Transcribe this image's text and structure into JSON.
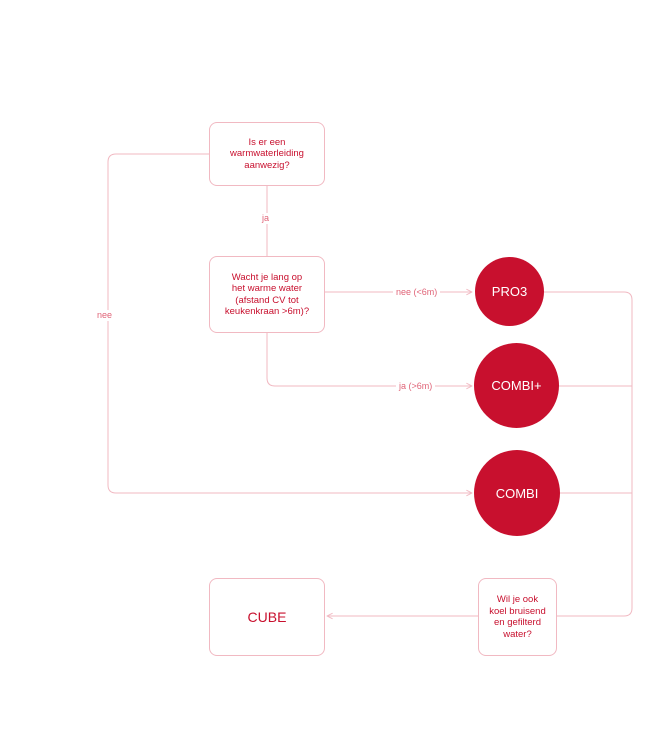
{
  "diagram": {
    "question_water_line": "Is er een\nwarmwaterleiding\naanwezig?",
    "question_wait": "Wacht je lang op\nhet warme water\n(afstand CV tot\nkeukenkraan >6m)?",
    "question_sparkling": "Wil je ook\nkoel bruisend\nen gefilterd\nwater?",
    "product_pro3": "PRO3",
    "product_combi_plus": "COMBI+",
    "product_combi": "COMBI",
    "product_cube": "CUBE",
    "label_ja": "ja",
    "label_nee": "nee",
    "label_nee_lt6": "nee (<6m)",
    "label_ja_gt6": "ja (>6m)",
    "colors": {
      "accent": "#c8102e",
      "line": "#f1b9c2",
      "label": "#e06478"
    }
  }
}
